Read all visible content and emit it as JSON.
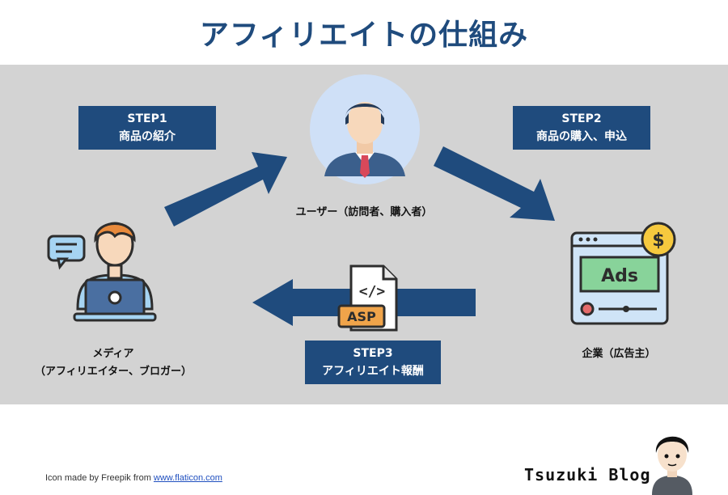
{
  "title": "アフィリエイトの仕組み",
  "steps": [
    {
      "line1": "STEP1",
      "line2": "商品の紹介"
    },
    {
      "line1": "STEP2",
      "line2": "商品の購入、申込"
    },
    {
      "line1": "STEP3",
      "line2": "アフィリエイト報酬"
    }
  ],
  "nodes": {
    "user": "ユーザー（訪問者、購入者）",
    "media_line1": "メディア",
    "media_line2": "（アフィリエイター、ブロガー）",
    "company": "企業（広告主）"
  },
  "icons": {
    "asp_label": "ASP",
    "code_label": "</>",
    "ads_label": "Ads",
    "dollar": "$"
  },
  "credit": {
    "prefix": "Icon made by",
    "author": "Freepik",
    "from": "from",
    "link": "www.flaticon.com"
  },
  "blog": "Tsuzuki Blog",
  "colors": {
    "primary": "#1f4b7d",
    "panel": "#d3d3d3"
  }
}
